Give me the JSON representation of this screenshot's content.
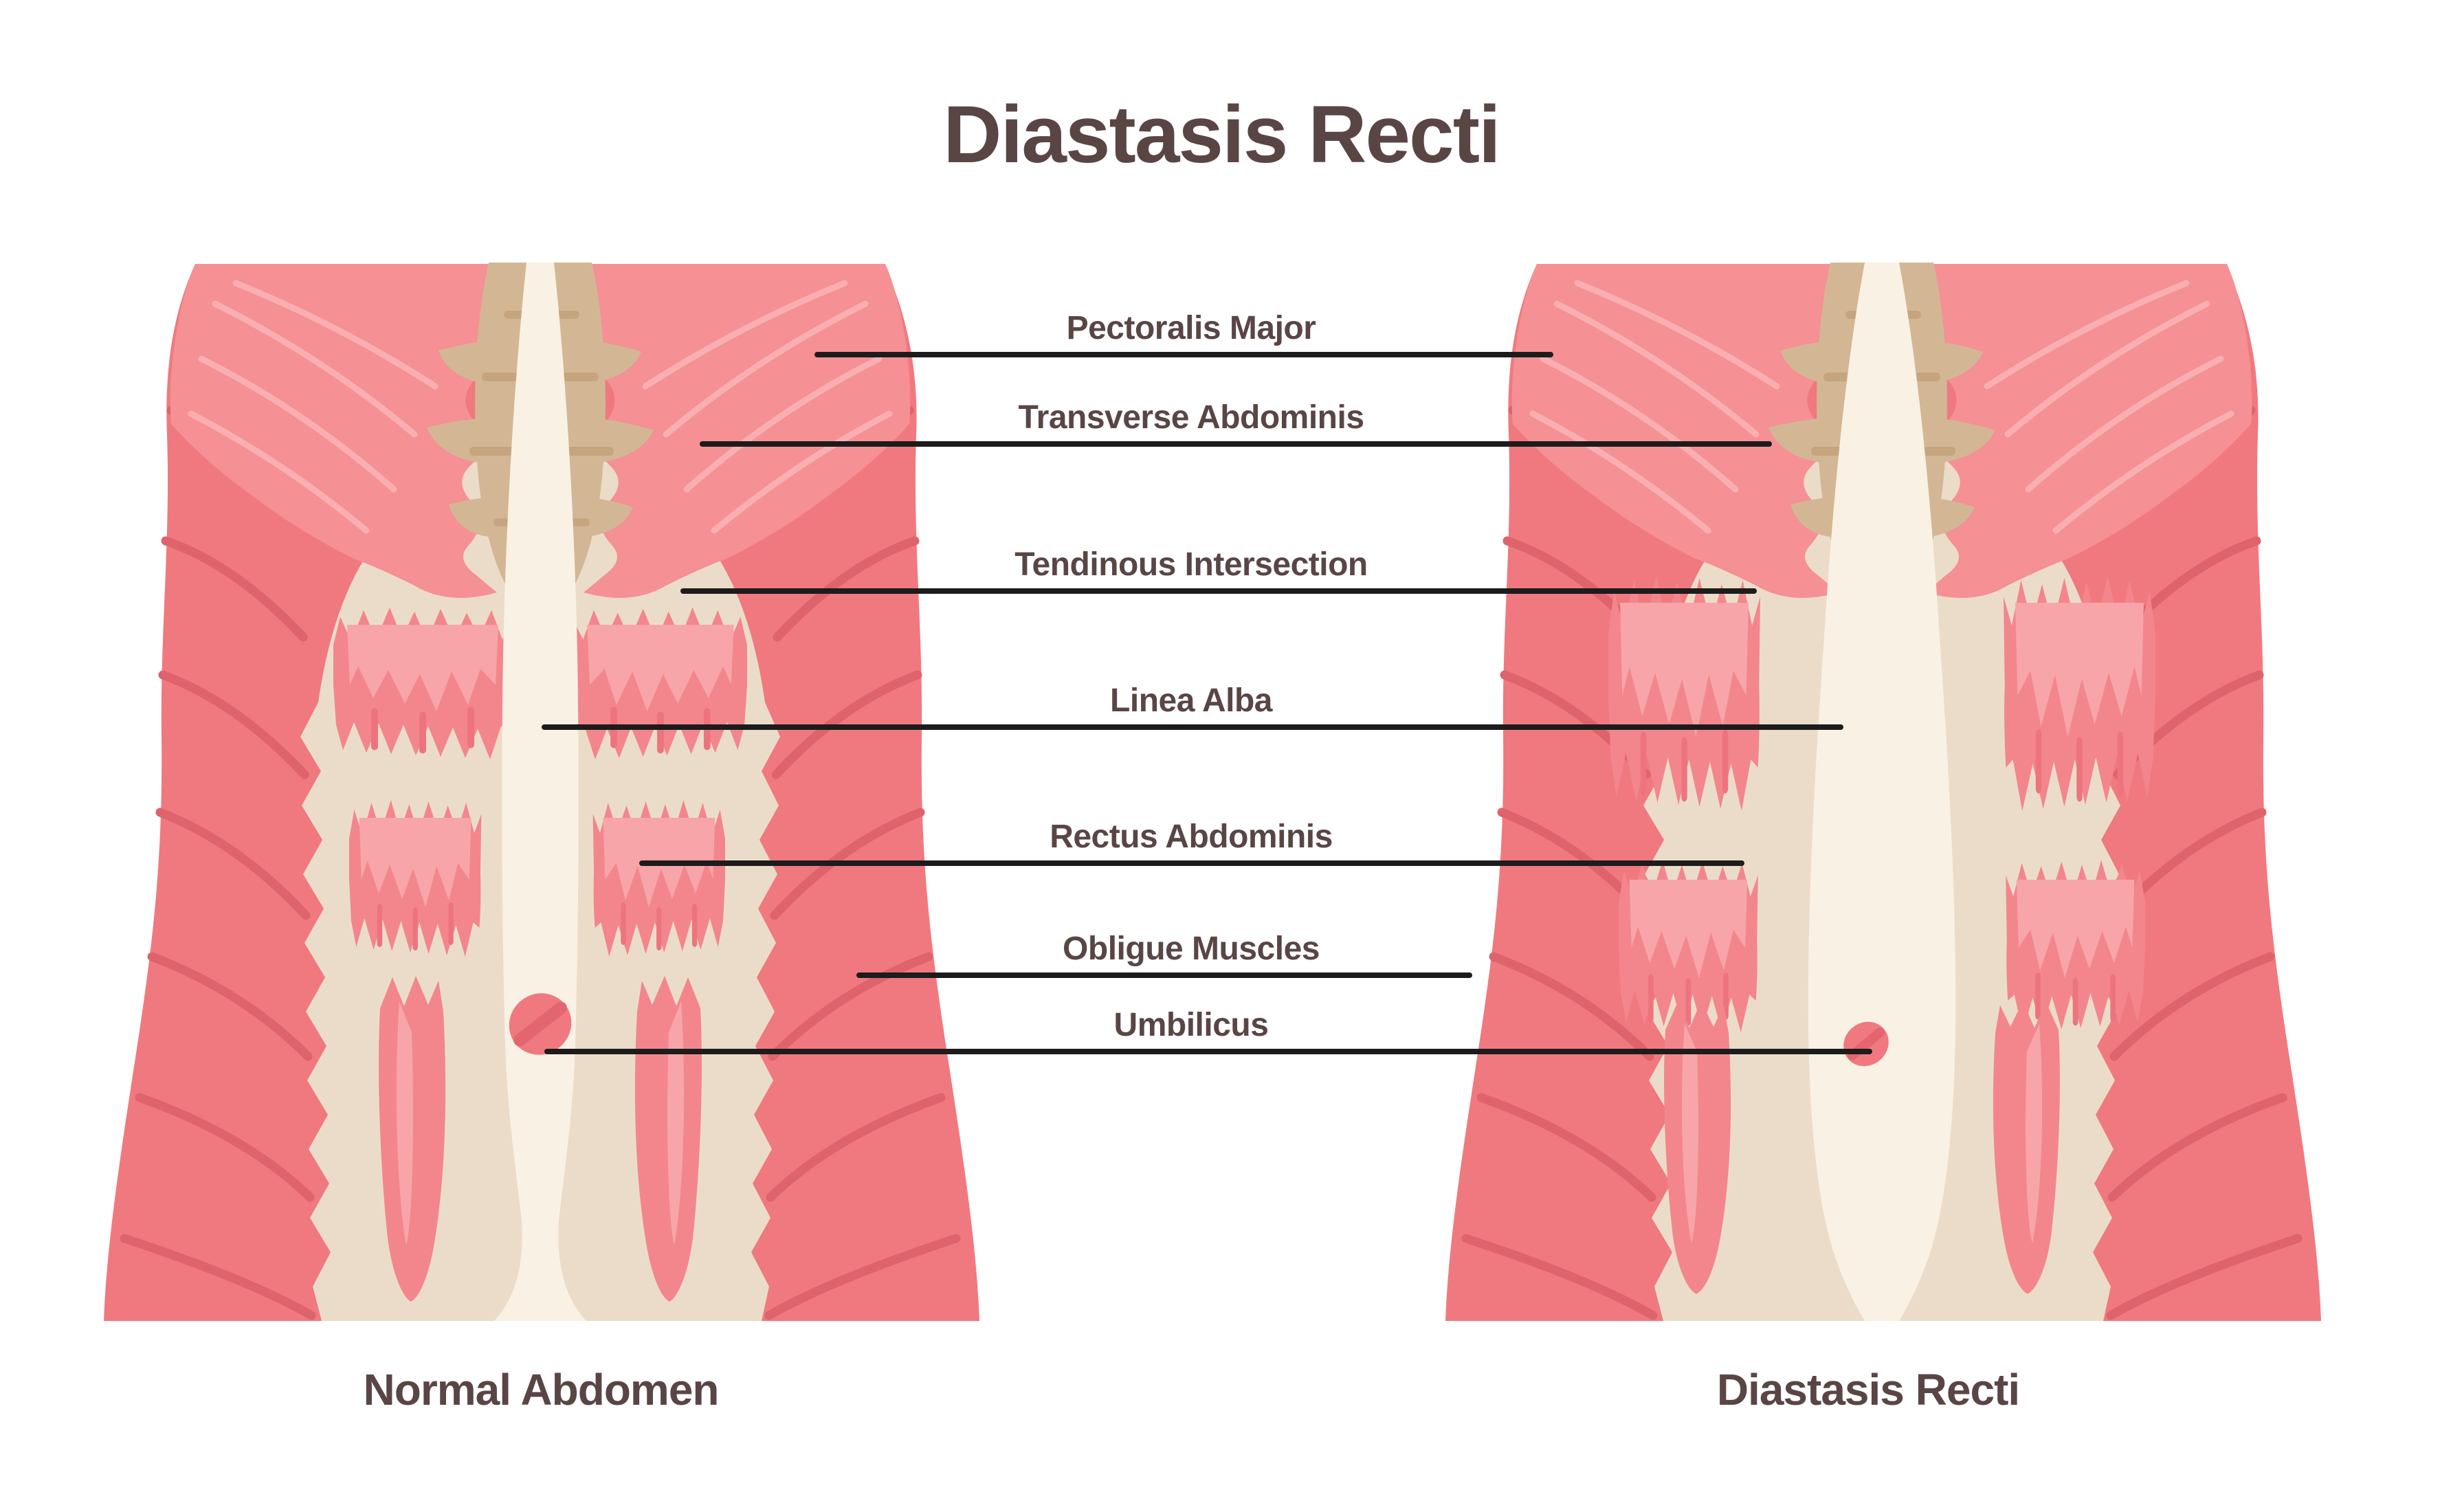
{
  "title": "Diastasis Recti",
  "labels": [
    {
      "text": "Pectoralis Major"
    },
    {
      "text": "Transverse Abdominis"
    },
    {
      "text": "Tendinous Intersection"
    },
    {
      "text": "Linea Alba"
    },
    {
      "text": "Rectus Abdominis"
    },
    {
      "text": "Obligue Muscles"
    },
    {
      "text": "Umbilicus"
    }
  ],
  "captions": {
    "left": "Normal Abdomen",
    "right": "Diastasis Recti"
  },
  "colors": {
    "background": "#ffffff",
    "text_brown": "#5a4545",
    "leader_line": "#1c1c1c",
    "muscle_pink": "#f0797f",
    "muscle_crease": "#de636c",
    "pectoralis_pink": "#f59094",
    "pectoralis_highlight": "#f9afb2",
    "rectus_pink": "#f3868d",
    "rectus_highlight": "#f7a5a8",
    "rectus_shadow": "#ed747e",
    "aponeurosis_cream": "#ebdcc9",
    "linea_alba_cream": "#f9f1e4",
    "tendon_tan": "#d3b795",
    "tendon_tan_dark": "#c6a57e",
    "umbilicus_pink": "#f0797f",
    "umbilicus_stripe": "#e2656f"
  }
}
